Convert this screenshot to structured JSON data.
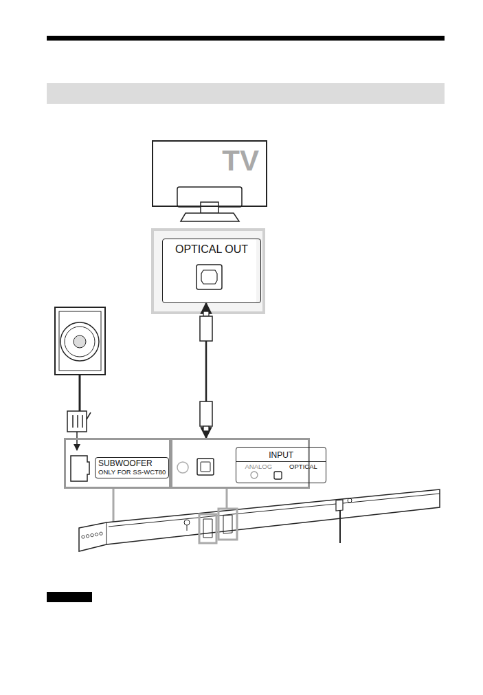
{
  "diagram": {
    "nodes": [
      {
        "text": [
          "TV"
        ]
      },
      {
        "text": [
          "OPTICAL OUT"
        ]
      },
      {
        "text": [
          "SUBWOOFER",
          "ONLY FOR SS-WCT80"
        ]
      },
      {
        "text": [
          "INPUT",
          "ANALOG",
          "OPTICAL"
        ]
      }
    ],
    "edges": [
      {
        "from": 1,
        "to": 3,
        "arrow": "both"
      }
    ]
  }
}
